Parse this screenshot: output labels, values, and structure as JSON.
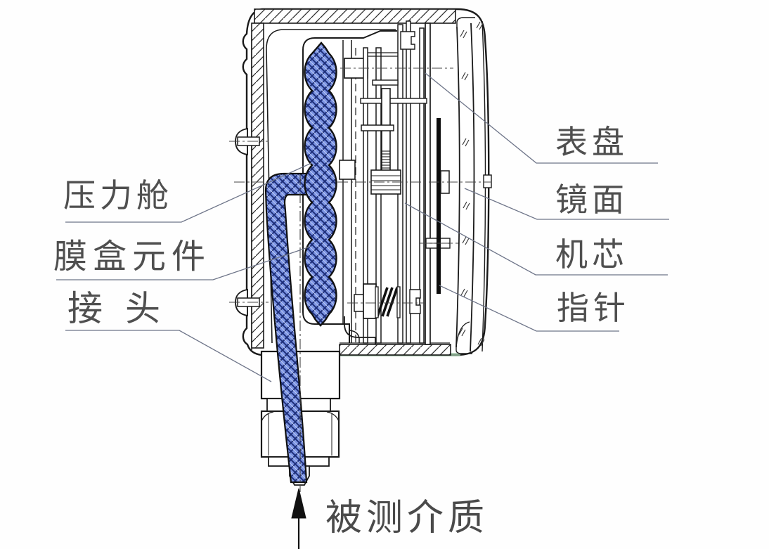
{
  "diagram": {
    "type": "technical-cross-section",
    "subject": "diaphragm pressure gauge",
    "labels": {
      "left": [
        {
          "text": "压力舱"
        },
        {
          "text": "膜盒元件"
        },
        {
          "text": "接头"
        }
      ],
      "right": [
        {
          "text": "表盘"
        },
        {
          "text": "镜面"
        },
        {
          "text": "机芯"
        },
        {
          "text": "指针"
        }
      ],
      "bottom": {
        "text": "被测介质"
      }
    },
    "colors": {
      "line": "#1a1a1a",
      "capsule_fill": "#7b93e2",
      "capsule_hatch": "#1c2d78",
      "capsule_light": "#c3d0f4",
      "label_text": "#4f4f4f",
      "leader_line": "#6d7488",
      "pointer_black": "#0d0d0d",
      "scan_green_tint": "#9cc4a4"
    }
  }
}
